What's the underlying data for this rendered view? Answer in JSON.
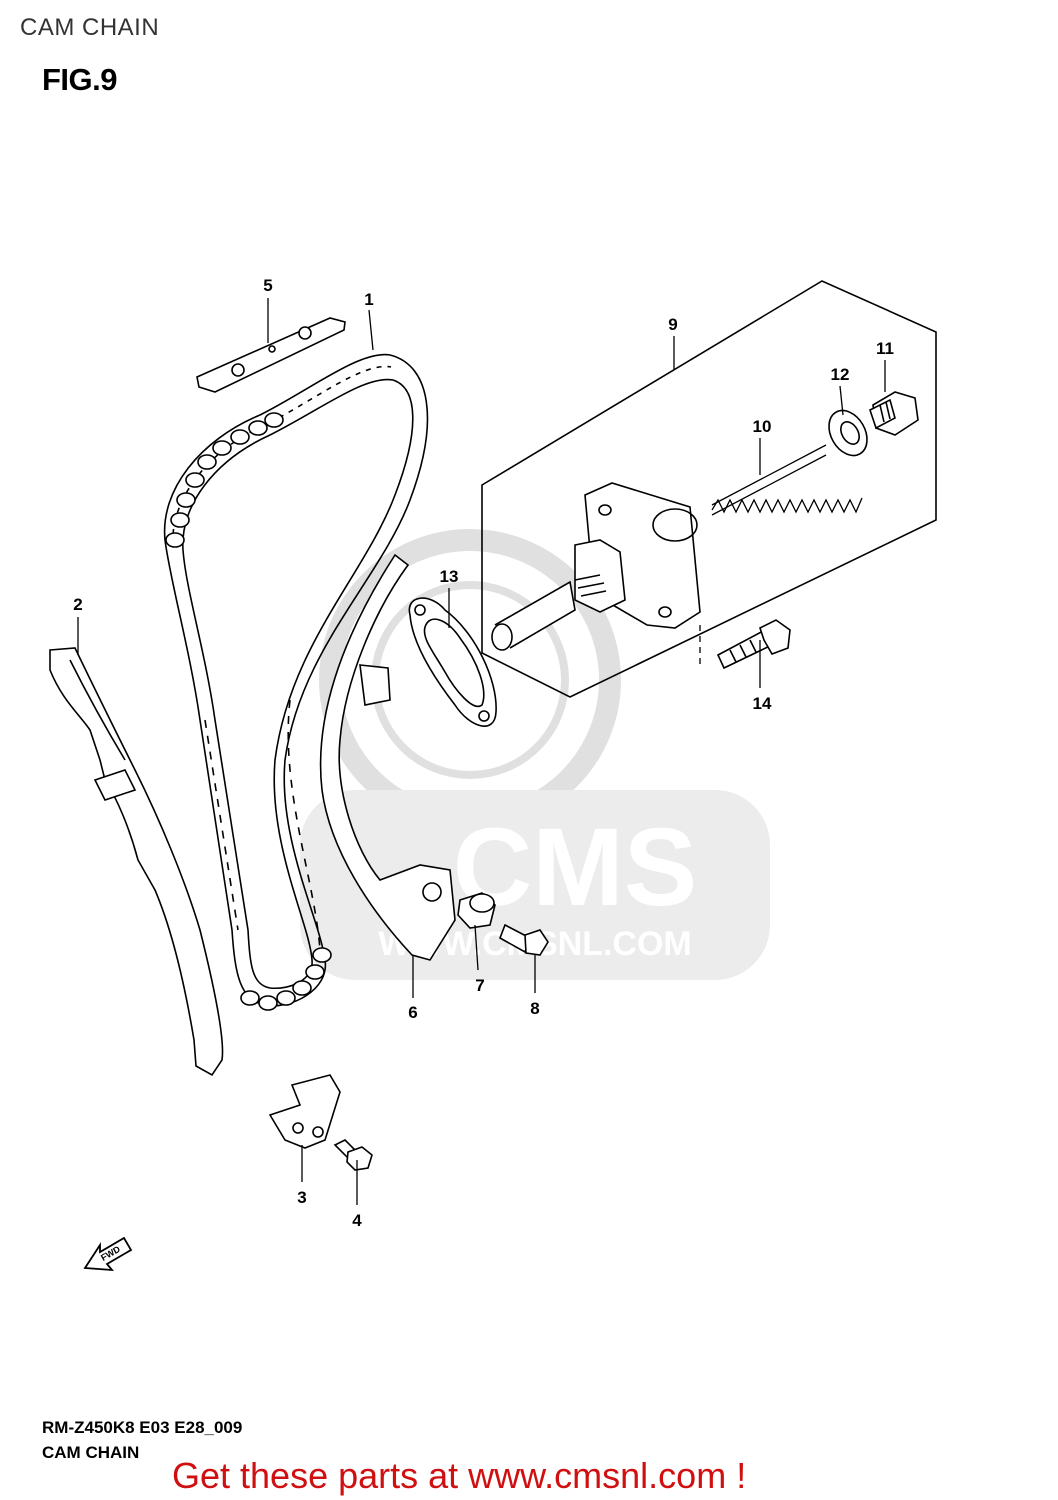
{
  "header": {
    "title": "CAM CHAIN",
    "figure": "FIG.9"
  },
  "callouts": {
    "c1": "1",
    "c2": "2",
    "c3": "3",
    "c4": "4",
    "c5": "5",
    "c6": "6",
    "c7": "7",
    "c8": "8",
    "c9": "9",
    "c10": "10",
    "c11": "11",
    "c12": "12",
    "c13": "13",
    "c14": "14"
  },
  "watermark": {
    "brand": "CMS",
    "url": "WWW.CMSNL.COM"
  },
  "direction_arrow": "FWD",
  "footer": {
    "model_code": "RM-Z450K8 E03 E28_009",
    "diagram_name": "CAM CHAIN",
    "cta": "Get these parts at www.cmsnl.com !"
  }
}
